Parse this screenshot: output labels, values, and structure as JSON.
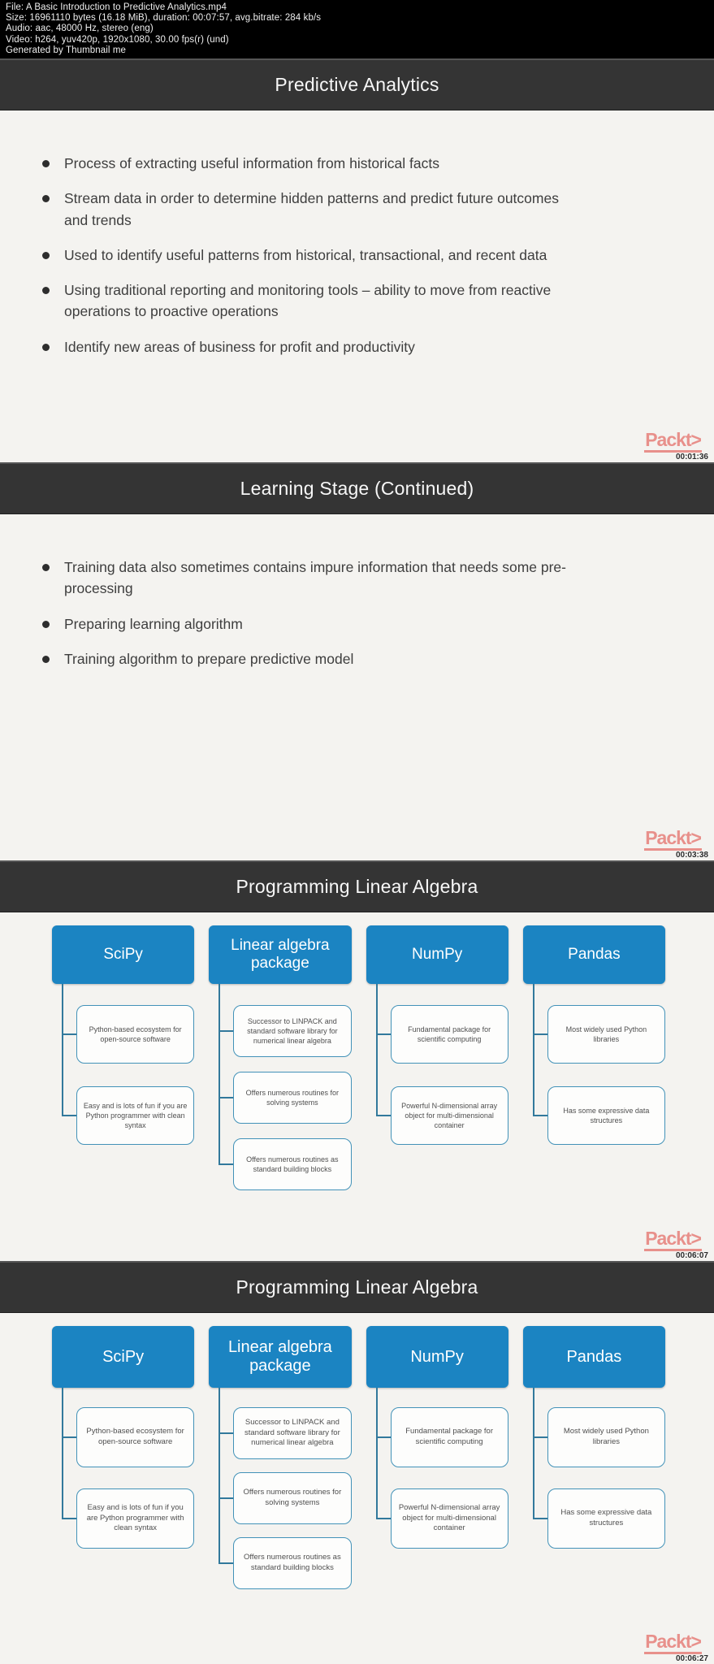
{
  "meta": {
    "lines": [
      "File: A Basic Introduction to Predictive Analytics.mp4",
      "Size: 16961110 bytes (16.18 MiB), duration: 00:07:57, avg.bitrate: 284 kb/s",
      "Audio: aac, 48000 Hz, stereo (eng)",
      "Video: h264, yuv420p, 1920x1080, 30.00 fps(r) (und)",
      "Generated by Thumbnail me"
    ]
  },
  "branding": {
    "logo_text": "Packt>",
    "logo_color": "#e8908b"
  },
  "colors": {
    "title_bar_bg": "#343434",
    "slide_bg": "#f4f3f0",
    "node_header_bg": "#1b84c2",
    "node_border": "#4292b8"
  },
  "frames": [
    {
      "title": "Predictive Analytics",
      "timestamp": "00:01:36",
      "bullets": [
        "Process of extracting useful information from historical facts",
        "Stream data in order to determine hidden patterns and predict future outcomes and trends",
        "Used to identify useful patterns from historical, transactional, and recent data",
        "Using traditional reporting and monitoring tools – ability to move from reactive operations to proactive operations",
        "Identify new areas of business for profit and productivity"
      ]
    },
    {
      "title": "Learning Stage (Continued)",
      "timestamp": "00:03:38",
      "bullets": [
        "Training data also sometimes contains impure information that needs some pre-processing",
        "Preparing learning algorithm",
        "Training algorithm to prepare predictive model"
      ]
    },
    {
      "title": "Programming Linear Algebra",
      "timestamp": "00:06:07"
    },
    {
      "title": "Programming Linear Algebra",
      "timestamp": "00:06:27"
    }
  ],
  "diagram": {
    "columns": [
      {
        "title": "SciPy",
        "items": [
          "Python-based ecosystem for open-source software",
          "Easy and is lots of fun if you are Python programmer with clean syntax"
        ]
      },
      {
        "title": "Linear algebra package",
        "items": [
          "Successor to LINPACK and standard software library for numerical linear algebra",
          "Offers numerous routines for solving systems",
          "Offers numerous routines as standard building blocks"
        ]
      },
      {
        "title": "NumPy",
        "items": [
          "Fundamental package for scientific computing",
          "Powerful N-dimensional array object for multi-dimensional container"
        ]
      },
      {
        "title": "Pandas",
        "items": [
          "Most widely used Python libraries",
          "Has some expressive data structures"
        ]
      }
    ]
  }
}
